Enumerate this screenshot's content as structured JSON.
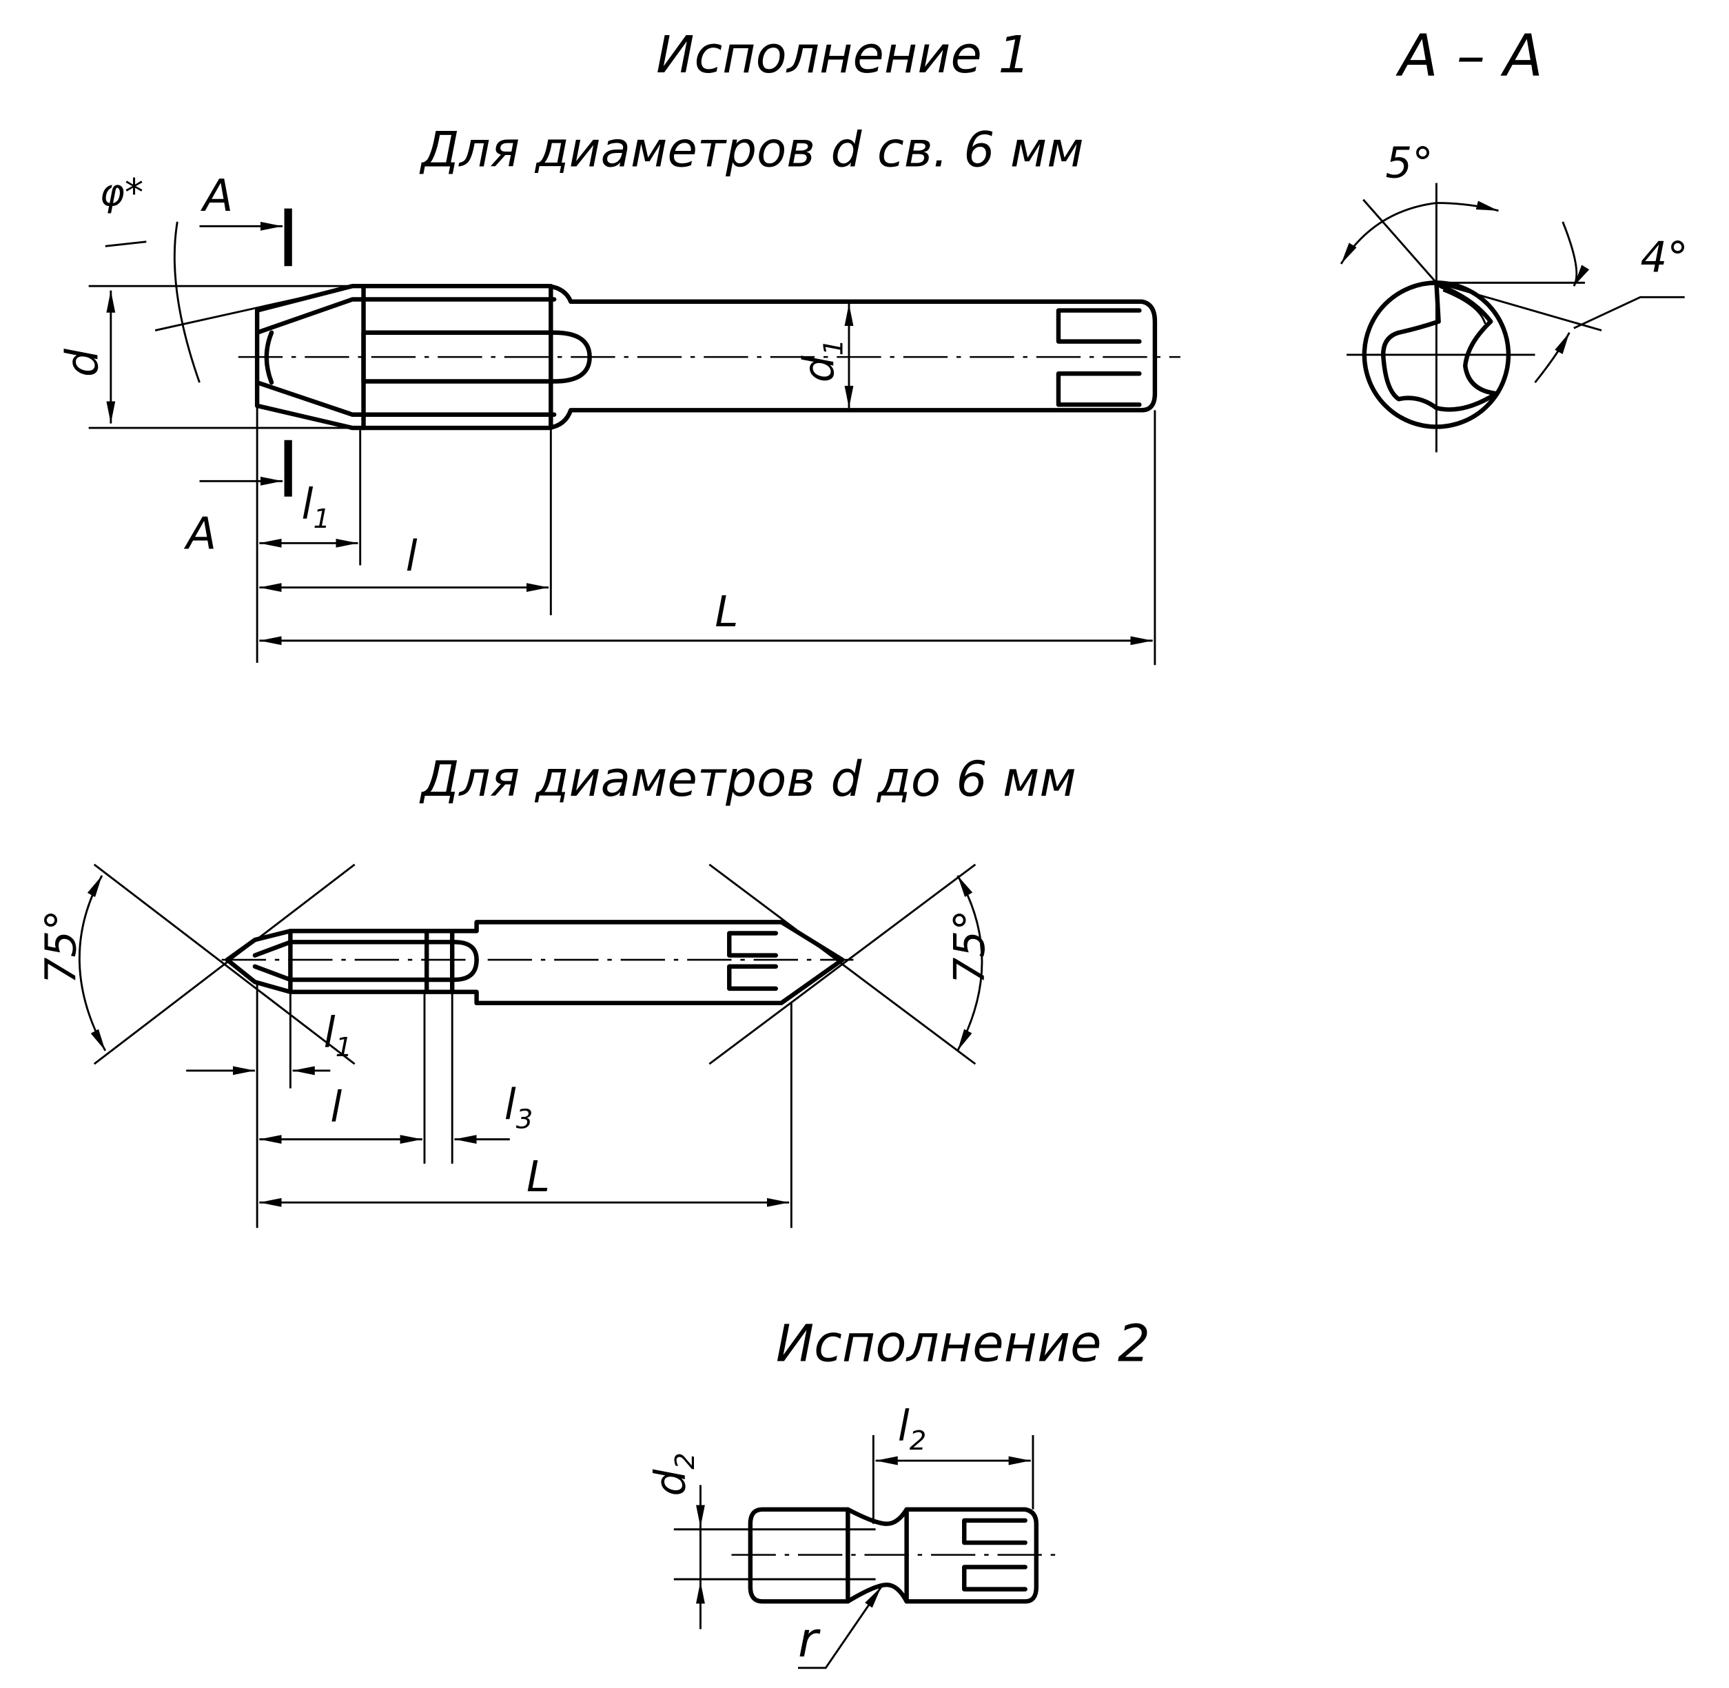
{
  "version1": {
    "title": "Исполнение 1",
    "subtitle_over6": "Для диаметров  d св. 6 мм",
    "section_label": "A – A",
    "section_marks": [
      "A",
      "A"
    ],
    "phi_label": "φ*",
    "d_label": "d",
    "d1": {
      "main": "d",
      "sub": "1"
    },
    "l1": {
      "main": "l",
      "sub": "1"
    },
    "l_label": "l",
    "L_label": "L",
    "angle_rake": "5°",
    "angle_relief": "4°"
  },
  "version1_small": {
    "subtitle_upto6": "Для диаметров  d до 6 мм",
    "angle_left": "75°",
    "angle_right": "75°",
    "l1": {
      "main": "l",
      "sub": "1"
    },
    "l_label": "l",
    "l3": {
      "main": "l",
      "sub": "3"
    },
    "L_label": "L"
  },
  "version2": {
    "title": "Исполнение 2",
    "l2": {
      "main": "l",
      "sub": "2"
    },
    "d2": {
      "main": "d",
      "sub": "2"
    },
    "r_label": "r"
  }
}
